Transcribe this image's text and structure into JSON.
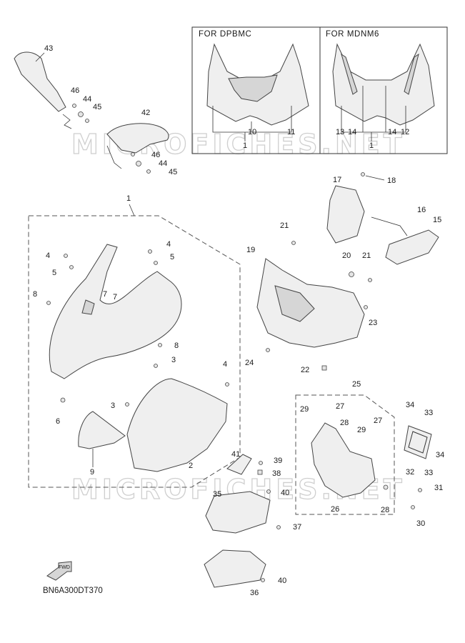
{
  "variants": {
    "left_title": "FOR  DPBMC",
    "right_title": "FOR  MDNM6"
  },
  "diagram_code": "BN6A300DT370",
  "watermark": "MICROFICHES.NET",
  "fwd_label": "FWD",
  "callouts": {
    "c43": "43",
    "c46a": "46",
    "c44a": "44",
    "c45a": "45",
    "c42": "42",
    "c46b": "46",
    "c44b": "44",
    "c45b": "45",
    "c10": "10",
    "c11": "11",
    "c1a": "1",
    "c13": "13",
    "c14a": "14",
    "c14b": "14",
    "c12": "12",
    "c1b": "1",
    "c18": "18",
    "c17": "17",
    "c16": "16",
    "c15": "15",
    "c1c": "1",
    "c21a": "21",
    "c19": "19",
    "c20": "20",
    "c21b": "21",
    "c23": "23",
    "c24": "24",
    "c22": "22",
    "c4a": "4",
    "c5a": "5",
    "c4b": "4",
    "c5b": "5",
    "c8a": "8",
    "c7a": "7",
    "c7b": "7",
    "c8b": "8",
    "c3a": "3",
    "c3b": "3",
    "c4c": "4",
    "c6": "6",
    "c9": "9",
    "c2": "2",
    "c25": "25",
    "c29a": "29",
    "c27a": "27",
    "c28a": "28",
    "c29b": "29",
    "c27b": "27",
    "c34a": "34",
    "c33a": "33",
    "c34b": "34",
    "c32": "32",
    "c33b": "33",
    "c31": "31",
    "c26": "26",
    "c28b": "28",
    "c30": "30",
    "c41": "41",
    "c39": "39",
    "c38": "38",
    "c40a": "40",
    "c35": "35",
    "c37": "37",
    "c40b": "40",
    "c36": "36"
  }
}
